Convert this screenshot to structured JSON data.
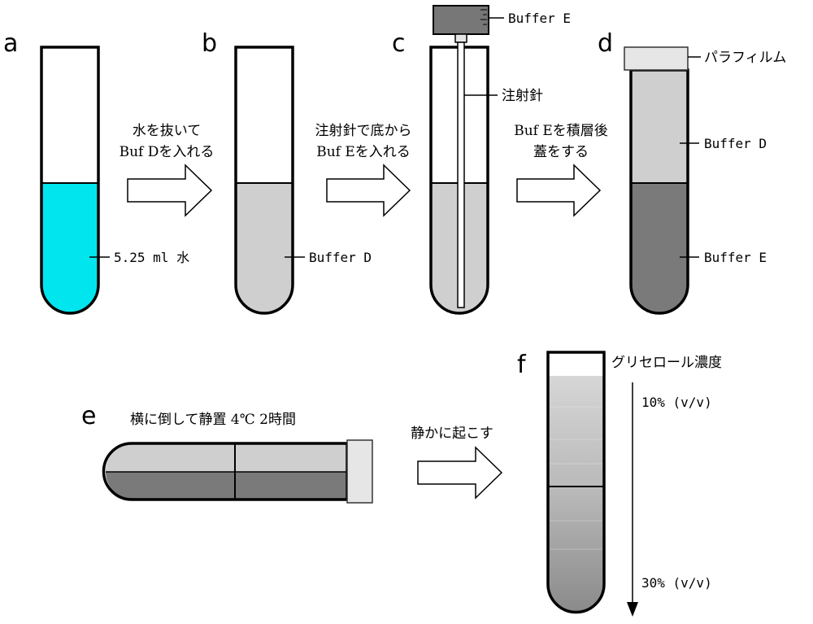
{
  "colors": {
    "water": "#00e5ee",
    "buffer_d": "#cfcfcf",
    "buffer_e": "#7a7a7a",
    "outline": "#000000",
    "cap": "#e6e6e6",
    "arrow_fill": "#ffffff"
  },
  "panels": {
    "a": {
      "letter": "a",
      "contents_label": "5.25 ml 水"
    },
    "step_ab": {
      "line1": "水を抜いて",
      "line2": "Buf Dを入れる"
    },
    "b": {
      "letter": "b",
      "contents_label": "Buffer D"
    },
    "step_bc": {
      "line1": "注射針で底から",
      "line2": "Buf Eを入れる"
    },
    "c": {
      "letter": "c",
      "syringe_label": "Buffer E",
      "needle_label": "注射針"
    },
    "step_cd": {
      "line1": "Buf Eを積層後",
      "line2": "蓋をする"
    },
    "d": {
      "letter": "d",
      "cap_label": "パラフィルム",
      "top_label": "Buffer D",
      "bottom_label": "Buffer E"
    },
    "e": {
      "letter": "e",
      "instruction": "横に倒して静置 4℃ 2時間"
    },
    "step_ef": {
      "label": "静かに起こす"
    },
    "f": {
      "letter": "f",
      "gradient_title": "グリセロール濃度",
      "top_conc": "10% (v/v)",
      "bottom_conc": "30% (v/v)"
    }
  },
  "icons": [
    "right-arrow-icon",
    "test-tube-icon",
    "syringe-icon",
    "down-arrow-icon"
  ]
}
